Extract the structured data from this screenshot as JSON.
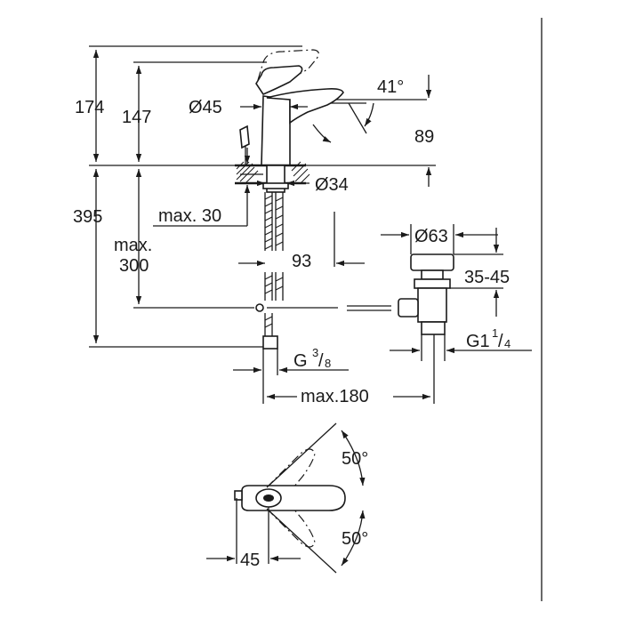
{
  "diagram": {
    "dimensions": {
      "total_height": "174",
      "spout_height": "147",
      "body_diameter": "Ø45",
      "lever_angle": "41°",
      "spout_reach_height": "89",
      "hole_diameter": "Ø34",
      "deck_thickness": "max. 30",
      "supply_length": "395",
      "max_label": "max.",
      "max_value": "300",
      "spout_to_drain": "93",
      "drain_diameter": "Ø63",
      "drain_range": "35-45",
      "drain_thread": "G1",
      "drain_thread_frac_num": "1",
      "drain_thread_frac_den": "4",
      "supply_thread": "G",
      "supply_thread_frac_num": "3",
      "supply_thread_frac_den": "8",
      "rod_length": "max.180",
      "rotation_angle_top": "50°",
      "rotation_angle_bottom": "50°",
      "handle_offset": "45"
    }
  }
}
